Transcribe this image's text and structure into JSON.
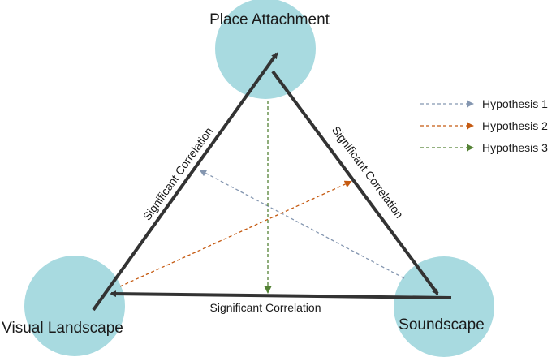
{
  "nodes": {
    "place": {
      "label": "Place Attachment",
      "color": "#a8dae0"
    },
    "visual": {
      "label": "Visual Landscape",
      "color": "#a8dae0"
    },
    "sound": {
      "label": "Soundscape",
      "color": "#a8dae0"
    }
  },
  "edges": {
    "left": {
      "label": "Significant Correlation"
    },
    "right": {
      "label": "Significant Correlation"
    },
    "bottom": {
      "label": "Significant Correlation"
    }
  },
  "legend": [
    {
      "label": "Hypothesis 1",
      "color": "#8496b0"
    },
    {
      "label": "Hypothesis 2",
      "color": "#c55a11"
    },
    {
      "label": "Hypothesis 3",
      "color": "#548235"
    }
  ],
  "colors": {
    "edge": "#333333"
  }
}
